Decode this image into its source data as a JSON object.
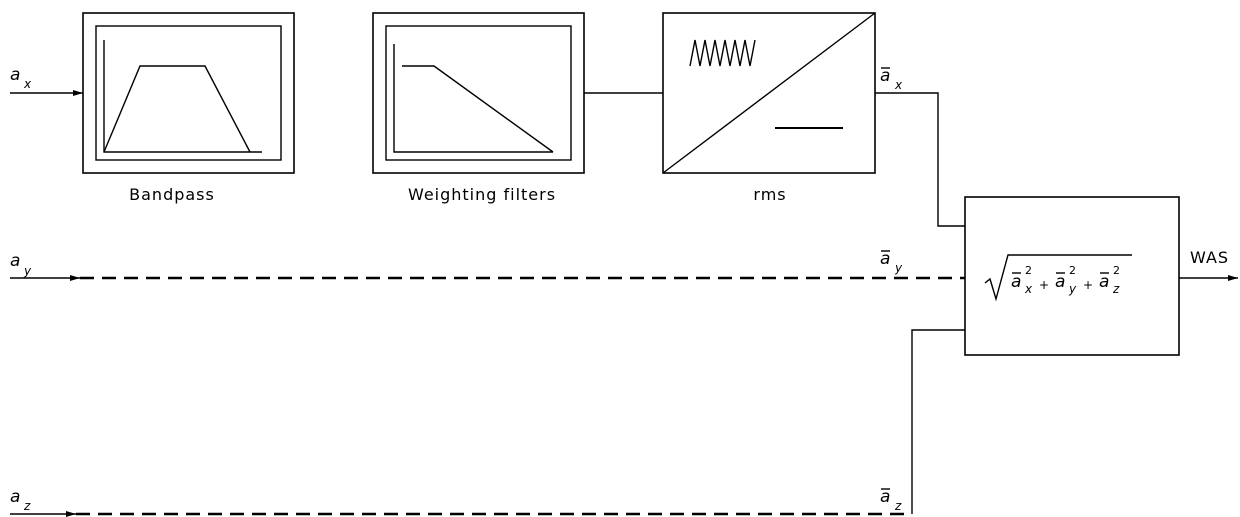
{
  "blocks": {
    "bandpass": {
      "label": "Bandpass"
    },
    "weighting": {
      "label": "Weighting filters"
    },
    "rms": {
      "label": "rms"
    },
    "combiner": {
      "formula": {
        "term1": {
          "base": "a",
          "sub": "x",
          "sup": "2"
        },
        "op1": "+",
        "term2": {
          "base": "a",
          "sub": "y",
          "sup": "2"
        },
        "op2": "+",
        "term3": {
          "base": "a",
          "sub": "z",
          "sup": "2"
        }
      }
    }
  },
  "signals": {
    "input_x": {
      "base": "a",
      "sub": "x"
    },
    "input_y": {
      "base": "a",
      "sub": "y"
    },
    "input_z": {
      "base": "a",
      "sub": "z"
    },
    "rms_x": {
      "base": "a",
      "sub": "x"
    },
    "rms_y": {
      "base": "a",
      "sub": "y"
    },
    "rms_z": {
      "base": "a",
      "sub": "z"
    }
  },
  "output": {
    "label": "WAS"
  }
}
